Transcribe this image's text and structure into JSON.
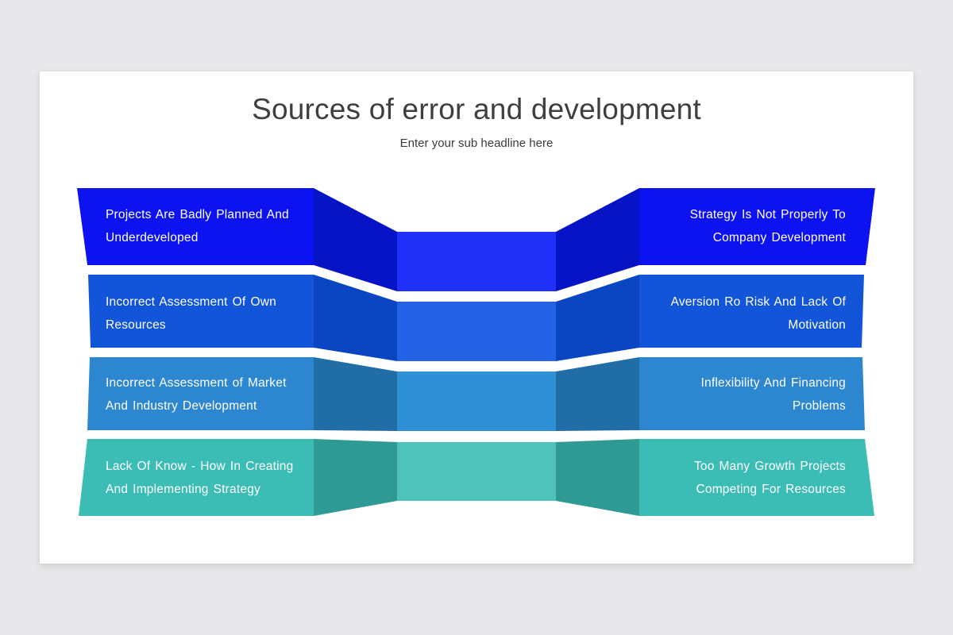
{
  "page": {
    "background_color": "#e8e7e9",
    "card_color": "#ffffff",
    "text_color": "#ffffff"
  },
  "header": {
    "title": "Sources of error and development",
    "subtitle": "Enter your sub headline here"
  },
  "rows": [
    {
      "left": {
        "line1": "Projects Are Badly Planned And",
        "line2": "Underdeveloped"
      },
      "right": {
        "line1": "Strategy Is Not Properly To",
        "line2": "Company Development"
      },
      "colors": {
        "banner": "#0d12f0",
        "fold": "#0614c6",
        "center": "#2231f8"
      }
    },
    {
      "left": {
        "line1": "Incorrect Assessment Of Own",
        "line2": "Resources"
      },
      "right": {
        "line1": "Aversion Ro Risk And Lack Of",
        "line2": "Motivation"
      },
      "colors": {
        "banner": "#1255d8",
        "fold": "#0b46c2",
        "center": "#2563e6"
      }
    },
    {
      "left": {
        "line1": "Incorrect Assessment of Market",
        "line2": "And Industry Development"
      },
      "right": {
        "line1": "Inflexibility And Financing",
        "line2": "Problems"
      },
      "colors": {
        "banner": "#2d86d0",
        "fold": "#216da6",
        "center": "#3090d5"
      }
    },
    {
      "left": {
        "line1": "Lack Of Know - How In Creating",
        "line2": "And Implementing Strategy"
      },
      "right": {
        "line1": "Too Many Growth Projects",
        "line2": "Competing For Resources"
      },
      "colors": {
        "banner": "#3bbdb5",
        "fold": "#2e9a93",
        "center": "#4dc3bb"
      }
    }
  ]
}
